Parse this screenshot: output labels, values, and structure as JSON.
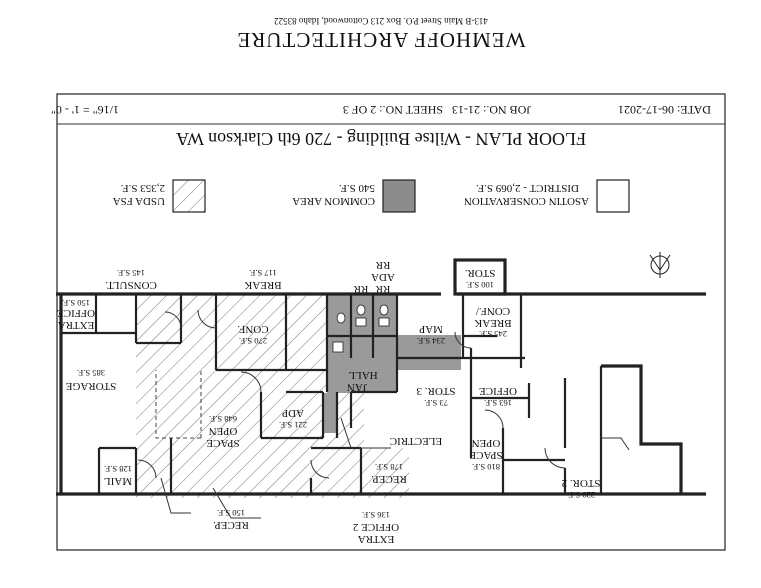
{
  "firm": {
    "name": "WEMHOFF ARCHITECTURE",
    "address": "413-B Main Street    P.O. Box 213    Cottonwood, Idaho 83522"
  },
  "title_block": {
    "scale": "1/16\" = 1' - 0\"",
    "sheet": "SHEET NO.: 2 OF 3",
    "job": "JOB NO.: 21-13",
    "date": "DATE: 06-17-2021",
    "title": "FLOOR PLAN - Wiltse Building - 720 6th Clarkson WA"
  },
  "legend": [
    {
      "label": "ASOTIN CONSERVATION",
      "label2": "DISTRICT - 2,069 S.F.",
      "fill": "#ffffff"
    },
    {
      "label": "COMMON AREA",
      "label2": "540 S.F.",
      "fill": "#8c8c8c"
    },
    {
      "label": "USDA FSA",
      "label2": "2,353 S.F.",
      "fill": "hatch"
    }
  ],
  "rooms": {
    "stor_top": {
      "name": "STOR.",
      "sf": "100 S.F."
    },
    "conf_break": {
      "name": "CONF./",
      "name2": "BREAK",
      "sf": "245 S.F."
    },
    "map": {
      "name": "MAP",
      "sf": "234 S.F."
    },
    "office_163": {
      "name": "OFFICE",
      "sf": "163 S.F."
    },
    "stor3": {
      "name": "STOR. 3",
      "sf": "73 S.F."
    },
    "open_space_810": {
      "name": "OPEN",
      "name2": "SPACE",
      "sf": "810 S.F."
    },
    "stor2": {
      "name": "STOR. 2",
      "sf": "229 S.F."
    },
    "recep_178": {
      "name": "RECEP.",
      "sf": "178 S.F."
    },
    "electric": {
      "name": "ELECTRIC"
    },
    "hall": {
      "name": "HALL"
    },
    "jan": {
      "name": "JAN"
    },
    "rr1": {
      "name": "RR"
    },
    "rr2": {
      "name": "RR"
    },
    "ada_rr": {
      "name": "ADA",
      "name2": "RR"
    },
    "adp": {
      "name": "ADP",
      "sf": "221 S.F."
    },
    "conf_270": {
      "name": "CONF.",
      "sf": "270 S.F."
    },
    "break_117": {
      "name": "BREAK",
      "sf": "117 S.F."
    },
    "open_space_648": {
      "name": "OPEN",
      "name2": "SPACE",
      "sf": "648 S.F."
    },
    "consult": {
      "name": "CONSULT.",
      "sf": "145 S.F."
    },
    "extra_office": {
      "name": "EXTRA",
      "name2": "OFFICE",
      "sf": "150 S.F."
    },
    "storage": {
      "name": "STORAGE",
      "sf": "385 S.F."
    },
    "mail": {
      "name": "MAIL",
      "sf": "128 S.F."
    },
    "recep_150": {
      "name": "RECEP.",
      "sf": "150 S.F."
    },
    "extra_office2": {
      "name": "EXTRA",
      "name2": "OFFICE 2",
      "sf": "136 S.F."
    }
  }
}
